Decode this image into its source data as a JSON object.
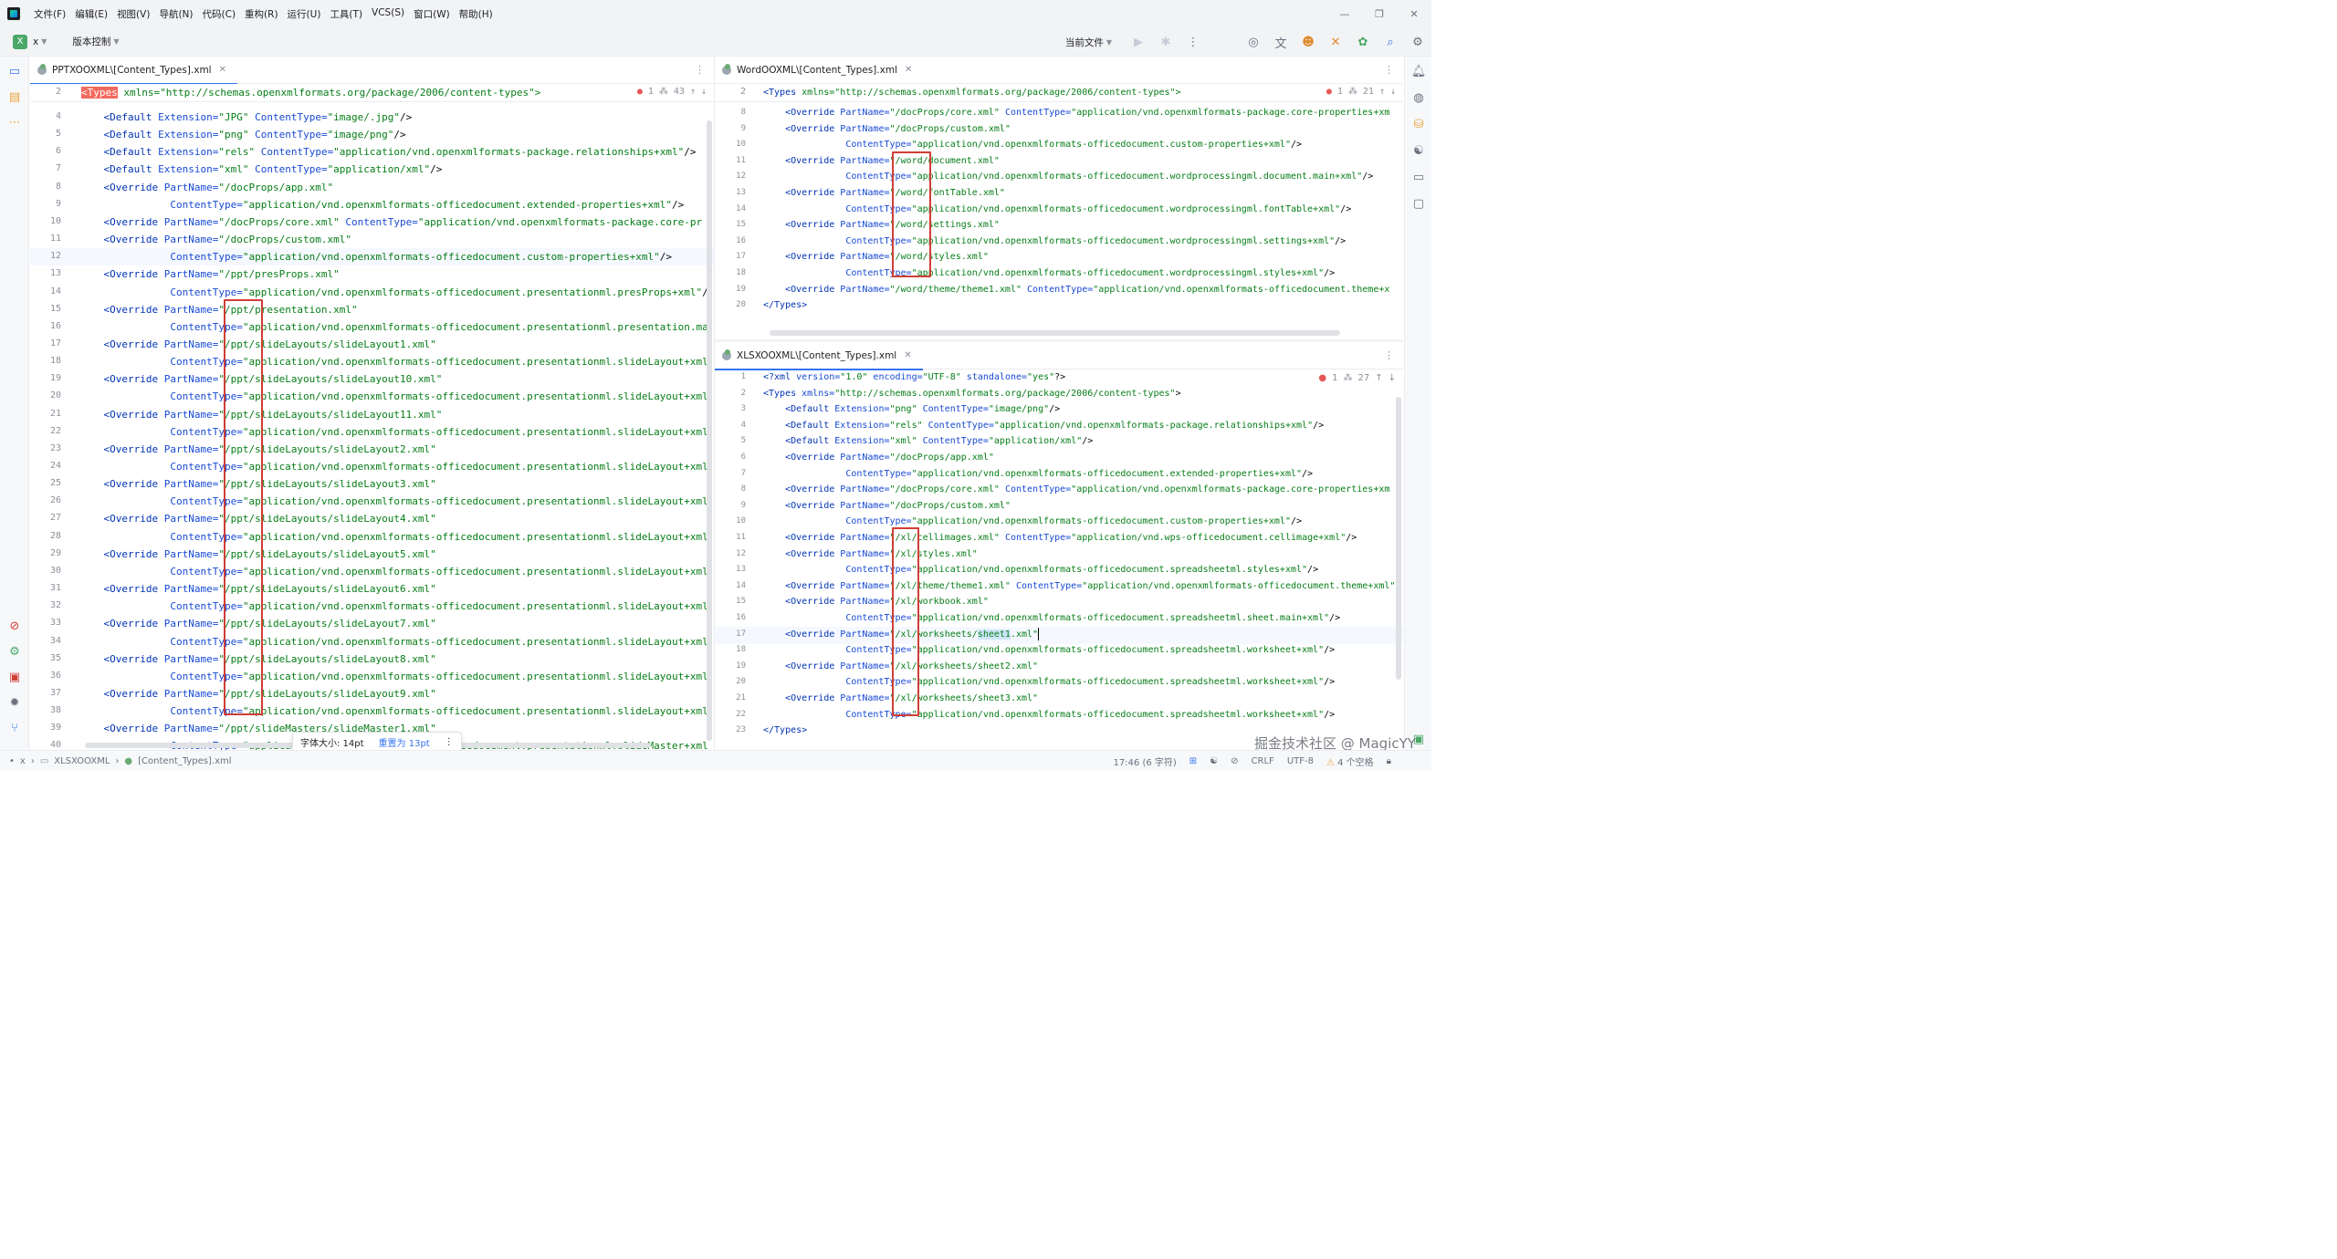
{
  "menubar": {
    "items": [
      "文件(F)",
      "编辑(E)",
      "视图(V)",
      "导航(N)",
      "代码(C)",
      "重构(R)",
      "运行(U)",
      "工具(T)",
      "VCS(S)",
      "窗口(W)",
      "帮助(H)"
    ]
  },
  "toolbar": {
    "project_badge": "X",
    "project_name": "x",
    "vcs_label": "版本控制",
    "run_config": "当前文件"
  },
  "left_editor": {
    "tab_title": "PPTXOOXML\\[Content_Types].xml",
    "sticky_line_no": "2",
    "sticky_tag": "<Types",
    "sticky_rest": " xmlns=\"http://schemas.openxmlformats.org/package/2006/content-types\">",
    "inspect_errors": "1",
    "inspect_warnings": "43",
    "lines": [
      {
        "n": "4",
        "ind": "    ",
        "t": "<Default",
        "a1": " Extension=",
        "v1": "\"JPG\"",
        "a2": " ContentType=",
        "v2": "\"image/.jpg\"",
        "e": "/>"
      },
      {
        "n": "5",
        "ind": "    ",
        "t": "<Default",
        "a1": " Extension=",
        "v1": "\"png\"",
        "a2": " ContentType=",
        "v2": "\"image/png\"",
        "e": "/>"
      },
      {
        "n": "6",
        "ind": "    ",
        "t": "<Default",
        "a1": " Extension=",
        "v1": "\"rels\"",
        "a2": " ContentType=",
        "v2": "\"application/vnd.openxmlformats-package.relationships+xml\"",
        "e": "/>"
      },
      {
        "n": "7",
        "ind": "    ",
        "t": "<Default",
        "a1": " Extension=",
        "v1": "\"xml\"",
        "a2": " ContentType=",
        "v2": "\"application/xml\"",
        "e": "/>"
      },
      {
        "n": "8",
        "ind": "    ",
        "t": "<Override",
        "a1": " PartName=",
        "v1": "\"/docProps/app.xml\"",
        "a2": "",
        "v2": "",
        "e": ""
      },
      {
        "n": "9",
        "ind": "               ",
        "t": "",
        "a1": "ContentType=",
        "v1": "\"application/vnd.openxmlformats-officedocument.extended-properties+xml\"",
        "a2": "",
        "v2": "",
        "e": "/>"
      },
      {
        "n": "10",
        "ind": "    ",
        "t": "<Override",
        "a1": " PartName=",
        "v1": "\"/docProps/core.xml\"",
        "a2": " ContentType=",
        "v2": "\"application/vnd.openxmlformats-package.core-pr",
        "e": ""
      },
      {
        "n": "11",
        "ind": "    ",
        "t": "<Override",
        "a1": " PartName=",
        "v1": "\"/docProps/custom.xml\"",
        "a2": "",
        "v2": "",
        "e": ""
      },
      {
        "n": "12",
        "ind": "               ",
        "t": "",
        "a1": "ContentType=",
        "v1": "\"application/vnd.openxmlformats-officedocument.custom-properties+xml\"",
        "a2": "",
        "v2": "",
        "e": "/>"
      },
      {
        "n": "13",
        "ind": "    ",
        "t": "<Override",
        "a1": " PartName=",
        "v1": "\"/ppt/presProps.xml\"",
        "a2": "",
        "v2": "",
        "e": ""
      },
      {
        "n": "14",
        "ind": "               ",
        "t": "",
        "a1": "ContentType=",
        "v1": "\"application/vnd.openxmlformats-officedocument.presentationml.presProps+xml\"",
        "a2": "",
        "v2": "",
        "e": "/"
      },
      {
        "n": "15",
        "ind": "    ",
        "t": "<Override",
        "a1": " PartName=",
        "v1": "\"/ppt/presentation.xml\"",
        "a2": "",
        "v2": "",
        "e": ""
      },
      {
        "n": "16",
        "ind": "               ",
        "t": "",
        "a1": "ContentType=",
        "v1": "\"application/vnd.openxmlformats-officedocument.presentationml.presentation.ma",
        "a2": "",
        "v2": "",
        "e": ""
      },
      {
        "n": "17",
        "ind": "    ",
        "t": "<Override",
        "a1": " PartName=",
        "v1": "\"/ppt/slideLayouts/slideLayout1.xml\"",
        "a2": "",
        "v2": "",
        "e": ""
      },
      {
        "n": "18",
        "ind": "               ",
        "t": "",
        "a1": "ContentType=",
        "v1": "\"application/vnd.openxmlformats-officedocument.presentationml.slideLayout+xml",
        "a2": "",
        "v2": "",
        "e": ""
      },
      {
        "n": "19",
        "ind": "    ",
        "t": "<Override",
        "a1": " PartName=",
        "v1": "\"/ppt/slideLayouts/slideLayout10.xml\"",
        "a2": "",
        "v2": "",
        "e": ""
      },
      {
        "n": "20",
        "ind": "               ",
        "t": "",
        "a1": "ContentType=",
        "v1": "\"application/vnd.openxmlformats-officedocument.presentationml.slideLayout+xml",
        "a2": "",
        "v2": "",
        "e": ""
      },
      {
        "n": "21",
        "ind": "    ",
        "t": "<Override",
        "a1": " PartName=",
        "v1": "\"/ppt/slideLayouts/slideLayout11.xml\"",
        "a2": "",
        "v2": "",
        "e": ""
      },
      {
        "n": "22",
        "ind": "               ",
        "t": "",
        "a1": "ContentType=",
        "v1": "\"application/vnd.openxmlformats-officedocument.presentationml.slideLayout+xml",
        "a2": "",
        "v2": "",
        "e": ""
      },
      {
        "n": "23",
        "ind": "    ",
        "t": "<Override",
        "a1": " PartName=",
        "v1": "\"/ppt/slideLayouts/slideLayout2.xml\"",
        "a2": "",
        "v2": "",
        "e": ""
      },
      {
        "n": "24",
        "ind": "               ",
        "t": "",
        "a1": "ContentType=",
        "v1": "\"application/vnd.openxmlformats-officedocument.presentationml.slideLayout+xml",
        "a2": "",
        "v2": "",
        "e": ""
      },
      {
        "n": "25",
        "ind": "    ",
        "t": "<Override",
        "a1": " PartName=",
        "v1": "\"/ppt/slideLayouts/slideLayout3.xml\"",
        "a2": "",
        "v2": "",
        "e": ""
      },
      {
        "n": "26",
        "ind": "               ",
        "t": "",
        "a1": "ContentType=",
        "v1": "\"application/vnd.openxmlformats-officedocument.presentationml.slideLayout+xml",
        "a2": "",
        "v2": "",
        "e": ""
      },
      {
        "n": "27",
        "ind": "    ",
        "t": "<Override",
        "a1": " PartName=",
        "v1": "\"/ppt/slideLayouts/slideLayout4.xml\"",
        "a2": "",
        "v2": "",
        "e": ""
      },
      {
        "n": "28",
        "ind": "               ",
        "t": "",
        "a1": "ContentType=",
        "v1": "\"application/vnd.openxmlformats-officedocument.presentationml.slideLayout+xml",
        "a2": "",
        "v2": "",
        "e": ""
      },
      {
        "n": "29",
        "ind": "    ",
        "t": "<Override",
        "a1": " PartName=",
        "v1": "\"/ppt/slideLayouts/slideLayout5.xml\"",
        "a2": "",
        "v2": "",
        "e": ""
      },
      {
        "n": "30",
        "ind": "               ",
        "t": "",
        "a1": "ContentType=",
        "v1": "\"application/vnd.openxmlformats-officedocument.presentationml.slideLayout+xml",
        "a2": "",
        "v2": "",
        "e": ""
      },
      {
        "n": "31",
        "ind": "    ",
        "t": "<Override",
        "a1": " PartName=",
        "v1": "\"/ppt/slideLayouts/slideLayout6.xml\"",
        "a2": "",
        "v2": "",
        "e": ""
      },
      {
        "n": "32",
        "ind": "               ",
        "t": "",
        "a1": "ContentType=",
        "v1": "\"application/vnd.openxmlformats-officedocument.presentationml.slideLayout+xml",
        "a2": "",
        "v2": "",
        "e": ""
      },
      {
        "n": "33",
        "ind": "    ",
        "t": "<Override",
        "a1": " PartName=",
        "v1": "\"/ppt/slideLayouts/slideLayout7.xml\"",
        "a2": "",
        "v2": "",
        "e": ""
      },
      {
        "n": "34",
        "ind": "               ",
        "t": "",
        "a1": "ContentType=",
        "v1": "\"application/vnd.openxmlformats-officedocument.presentationml.slideLayout+xml",
        "a2": "",
        "v2": "",
        "e": ""
      },
      {
        "n": "35",
        "ind": "    ",
        "t": "<Override",
        "a1": " PartName=",
        "v1": "\"/ppt/slideLayouts/slideLayout8.xml\"",
        "a2": "",
        "v2": "",
        "e": ""
      },
      {
        "n": "36",
        "ind": "               ",
        "t": "",
        "a1": "ContentType=",
        "v1": "\"application/vnd.openxmlformats-officedocument.presentationml.slideLayout+xml",
        "a2": "",
        "v2": "",
        "e": ""
      },
      {
        "n": "37",
        "ind": "    ",
        "t": "<Override",
        "a1": " PartName=",
        "v1": "\"/ppt/slideLayouts/slideLayout9.xml\"",
        "a2": "",
        "v2": "",
        "e": ""
      },
      {
        "n": "38",
        "ind": "               ",
        "t": "",
        "a1": "ContentType=",
        "v1": "\"application/vnd.openxmlformats-officedocument.presentationml.slideLayout+xml",
        "a2": "",
        "v2": "",
        "e": ""
      },
      {
        "n": "39",
        "ind": "    ",
        "t": "<Override",
        "a1": " PartName=",
        "v1": "\"/ppt/slideMasters/slideMaster1.xml\"",
        "a2": "",
        "v2": "",
        "e": ""
      },
      {
        "n": "40",
        "ind": "               ",
        "t": "",
        "a1": "ContentType=",
        "v1": "\"application/vnd.openxmlformats-officedocument.presentationml.slideMaster+xml",
        "a2": "",
        "v2": "",
        "e": ""
      }
    ]
  },
  "word_editor": {
    "tab_title": "WordOOXML\\[Content_Types].xml",
    "sticky_line_no": "2",
    "sticky_tag": "<Types",
    "sticky_rest": " xmlns=\"http://schemas.openxmlformats.org/package/2006/content-types\">",
    "inspect_errors": "1",
    "inspect_warnings": "21",
    "lines": [
      {
        "n": "8",
        "ind": "    ",
        "t": "<Override",
        "a1": " PartName=",
        "v1": "\"/docProps/core.xml\"",
        "a2": " ContentType=",
        "v2": "\"application/vnd.openxmlformats-package.core-properties+xm",
        "e": ""
      },
      {
        "n": "9",
        "ind": "    ",
        "t": "<Override",
        "a1": " PartName=",
        "v1": "\"/docProps/custom.xml\"",
        "a2": "",
        "v2": "",
        "e": ""
      },
      {
        "n": "10",
        "ind": "               ",
        "t": "",
        "a1": "ContentType=",
        "v1": "\"application/vnd.openxmlformats-officedocument.custom-properties+xml\"",
        "a2": "",
        "v2": "",
        "e": "/>"
      },
      {
        "n": "11",
        "ind": "    ",
        "t": "<Override",
        "a1": " PartName=",
        "v1": "\"/word/document.xml\"",
        "a2": "",
        "v2": "",
        "e": ""
      },
      {
        "n": "12",
        "ind": "               ",
        "t": "",
        "a1": "ContentType=",
        "v1": "\"application/vnd.openxmlformats-officedocument.wordprocessingml.document.main+xml\"",
        "a2": "",
        "v2": "",
        "e": "/>"
      },
      {
        "n": "13",
        "ind": "    ",
        "t": "<Override",
        "a1": " PartName=",
        "v1": "\"/word/fontTable.xml\"",
        "a2": "",
        "v2": "",
        "e": ""
      },
      {
        "n": "14",
        "ind": "               ",
        "t": "",
        "a1": "ContentType=",
        "v1": "\"application/vnd.openxmlformats-officedocument.wordprocessingml.fontTable+xml\"",
        "a2": "",
        "v2": "",
        "e": "/>"
      },
      {
        "n": "15",
        "ind": "    ",
        "t": "<Override",
        "a1": " PartName=",
        "v1": "\"/word/settings.xml\"",
        "a2": "",
        "v2": "",
        "e": ""
      },
      {
        "n": "16",
        "ind": "               ",
        "t": "",
        "a1": "ContentType=",
        "v1": "\"application/vnd.openxmlformats-officedocument.wordprocessingml.settings+xml\"",
        "a2": "",
        "v2": "",
        "e": "/>"
      },
      {
        "n": "17",
        "ind": "    ",
        "t": "<Override",
        "a1": " PartName=",
        "v1": "\"/word/styles.xml\"",
        "a2": "",
        "v2": "",
        "e": ""
      },
      {
        "n": "18",
        "ind": "               ",
        "t": "",
        "a1": "ContentType=",
        "v1": "\"application/vnd.openxmlformats-officedocument.wordprocessingml.styles+xml\"",
        "a2": "",
        "v2": "",
        "e": "/>"
      },
      {
        "n": "19",
        "ind": "    ",
        "t": "<Override",
        "a1": " PartName=",
        "v1": "\"/word/theme/theme1.xml\"",
        "a2": " ContentType=",
        "v2": "\"application/vnd.openxmlformats-officedocument.theme+x",
        "e": ""
      },
      {
        "n": "20",
        "ind": "",
        "t": "</Types>",
        "a1": "",
        "v1": "",
        "a2": "",
        "v2": "",
        "e": ""
      }
    ]
  },
  "xlsx_editor": {
    "tab_title": "XLSXOOXML\\[Content_Types].xml",
    "inspect_errors": "1",
    "inspect_warnings": "27",
    "lines": [
      {
        "n": "1",
        "ind": "",
        "t": "<?xml",
        "a1": " version=",
        "v1": "\"1.0\"",
        "a2": " encoding=",
        "v2": "\"UTF-8\"",
        "a3": " standalone=",
        "v3": "\"yes\"",
        "e": "?>"
      },
      {
        "n": "2",
        "ind": "",
        "t": "<Types",
        "a1": " xmlns=",
        "v1": "\"http://schemas.openxmlformats.org/package/2006/content-types\"",
        "a2": "",
        "v2": "",
        "e": ">"
      },
      {
        "n": "3",
        "ind": "    ",
        "t": "<Default",
        "a1": " Extension=",
        "v1": "\"png\"",
        "a2": " ContentType=",
        "v2": "\"image/png\"",
        "e": "/>"
      },
      {
        "n": "4",
        "ind": "    ",
        "t": "<Default",
        "a1": " Extension=",
        "v1": "\"rels\"",
        "a2": " ContentType=",
        "v2": "\"application/vnd.openxmlformats-package.relationships+xml\"",
        "e": "/>"
      },
      {
        "n": "5",
        "ind": "    ",
        "t": "<Default",
        "a1": " Extension=",
        "v1": "\"xml\"",
        "a2": " ContentType=",
        "v2": "\"application/xml\"",
        "e": "/>"
      },
      {
        "n": "6",
        "ind": "    ",
        "t": "<Override",
        "a1": " PartName=",
        "v1": "\"/docProps/app.xml\"",
        "a2": "",
        "v2": "",
        "e": ""
      },
      {
        "n": "7",
        "ind": "               ",
        "t": "",
        "a1": "ContentType=",
        "v1": "\"application/vnd.openxmlformats-officedocument.extended-properties+xml\"",
        "a2": "",
        "v2": "",
        "e": "/>"
      },
      {
        "n": "8",
        "ind": "    ",
        "t": "<Override",
        "a1": " PartName=",
        "v1": "\"/docProps/core.xml\"",
        "a2": " ContentType=",
        "v2": "\"application/vnd.openxmlformats-package.core-properties+xm",
        "e": ""
      },
      {
        "n": "9",
        "ind": "    ",
        "t": "<Override",
        "a1": " PartName=",
        "v1": "\"/docProps/custom.xml\"",
        "a2": "",
        "v2": "",
        "e": ""
      },
      {
        "n": "10",
        "ind": "               ",
        "t": "",
        "a1": "ContentType=",
        "v1": "\"application/vnd.openxmlformats-officedocument.custom-properties+xml\"",
        "a2": "",
        "v2": "",
        "e": "/>"
      },
      {
        "n": "11",
        "ind": "    ",
        "t": "<Override",
        "a1": " PartName=",
        "v1": "\"/xl/cellimages.xml\"",
        "a2": " ContentType=",
        "v2": "\"application/vnd.wps-officedocument.cellimage+xml\"",
        "e": "/>"
      },
      {
        "n": "12",
        "ind": "    ",
        "t": "<Override",
        "a1": " PartName=",
        "v1": "\"/xl/styles.xml\"",
        "a2": "",
        "v2": "",
        "e": ""
      },
      {
        "n": "13",
        "ind": "               ",
        "t": "",
        "a1": "ContentType=",
        "v1": "\"application/vnd.openxmlformats-officedocument.spreadsheetml.styles+xml\"",
        "a2": "",
        "v2": "",
        "e": "/>"
      },
      {
        "n": "14",
        "ind": "    ",
        "t": "<Override",
        "a1": " PartName=",
        "v1": "\"/xl/theme/theme1.xml\"",
        "a2": " ContentType=",
        "v2": "\"application/vnd.openxmlformats-officedocument.theme+xml\"",
        "e": ""
      },
      {
        "n": "15",
        "ind": "    ",
        "t": "<Override",
        "a1": " PartName=",
        "v1": "\"/xl/workbook.xml\"",
        "a2": "",
        "v2": "",
        "e": ""
      },
      {
        "n": "16",
        "ind": "               ",
        "t": "",
        "a1": "ContentType=",
        "v1": "\"application/vnd.openxmlformats-officedocument.spreadsheetml.sheet.main+xml\"",
        "a2": "",
        "v2": "",
        "e": "/>"
      },
      {
        "n": "17",
        "ind": "    ",
        "t": "<Override",
        "a1": " PartName=",
        "v1": "\"/xl/worksheets/sheet1.xml\"",
        "a2": "",
        "v2": "",
        "e": ""
      },
      {
        "n": "18",
        "ind": "               ",
        "t": "",
        "a1": "ContentType=",
        "v1": "\"application/vnd.openxmlformats-officedocument.spreadsheetml.worksheet+xml\"",
        "a2": "",
        "v2": "",
        "e": "/>"
      },
      {
        "n": "19",
        "ind": "    ",
        "t": "<Override",
        "a1": " PartName=",
        "v1": "\"/xl/worksheets/sheet2.xml\"",
        "a2": "",
        "v2": "",
        "e": ""
      },
      {
        "n": "20",
        "ind": "               ",
        "t": "",
        "a1": "ContentType=",
        "v1": "\"application/vnd.openxmlformats-officedocument.spreadsheetml.worksheet+xml\"",
        "a2": "",
        "v2": "",
        "e": "/>"
      },
      {
        "n": "21",
        "ind": "    ",
        "t": "<Override",
        "a1": " PartName=",
        "v1": "\"/xl/worksheets/sheet3.xml\"",
        "a2": "",
        "v2": "",
        "e": ""
      },
      {
        "n": "22",
        "ind": "               ",
        "t": "",
        "a1": "ContentType=",
        "v1": "\"application/vnd.openxmlformats-officedocument.spreadsheetml.worksheet+xml\"",
        "a2": "",
        "v2": "",
        "e": "/>"
      },
      {
        "n": "23",
        "ind": "",
        "t": "</Types>",
        "a1": "",
        "v1": "",
        "a2": "",
        "v2": "",
        "e": ""
      }
    ]
  },
  "font_popup": {
    "label": "字体大小: 14pt",
    "reset": "重置为 13pt"
  },
  "statusbar": {
    "crumb_root": "x",
    "crumb_folder": "XLSXOOXML",
    "crumb_file": "[Content_Types].xml",
    "position": "17:46 (6 字符)",
    "line_sep": "CRLF",
    "encoding": "UTF-8",
    "indent": "4 个空格"
  },
  "watermark": "掘金技术社区 @ MagicYY",
  "colors": {
    "highlight_box": "#d03e36",
    "accent": "#3574f0"
  }
}
